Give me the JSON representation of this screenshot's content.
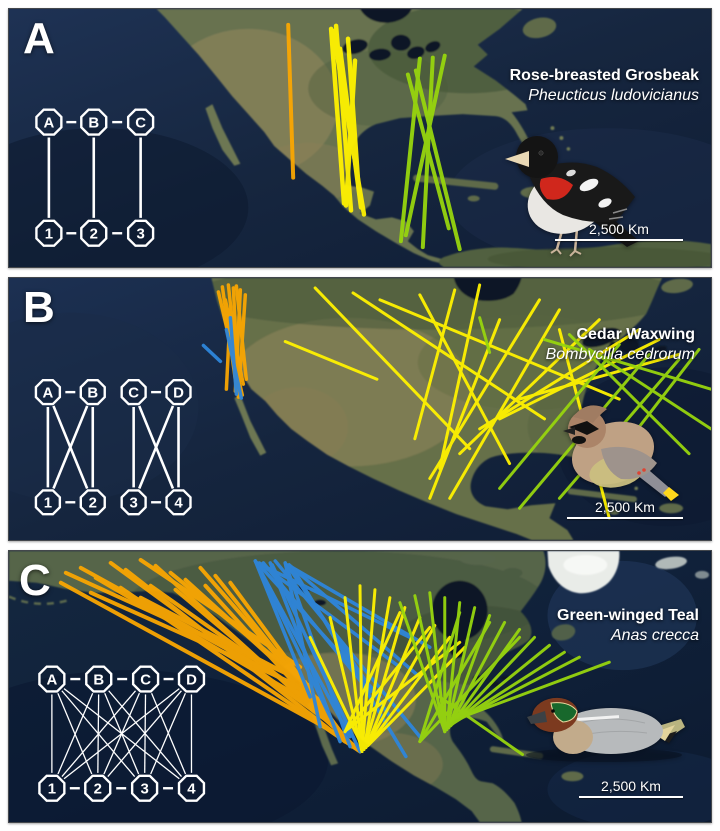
{
  "figure": {
    "panels": [
      {
        "id": "A",
        "panel_label": "A",
        "species_common": "Rose-breasted Grosbeak",
        "species_scientific": "Pheucticus ludovicianus",
        "scale_label": "2,500 Km",
        "network": {
          "top_nodes": [
            "A",
            "B",
            "C"
          ],
          "bottom_nodes": [
            "1",
            "2",
            "3"
          ],
          "edges": [
            [
              0,
              0
            ],
            [
              1,
              1
            ],
            [
              2,
              2
            ]
          ],
          "top_dashes": [
            [
              0,
              1
            ],
            [
              1,
              2
            ]
          ],
          "bottom_dashes": [
            [
              0,
              1
            ],
            [
              1,
              2
            ]
          ]
        },
        "routes": [
          {
            "color": "orange",
            "hex": "#F9A602",
            "width": 4,
            "segments": [
              [
                280,
                16,
                285,
                170
              ]
            ]
          },
          {
            "color": "yellow",
            "hex": "#FFF200",
            "width": 4.5,
            "segments": [
              [
                323,
                20,
                336,
                196
              ],
              [
                328,
                17,
                343,
                203
              ],
              [
                332,
                40,
                353,
                200
              ],
              [
                347,
                52,
                338,
                198
              ],
              [
                325,
                22,
                356,
                207
              ],
              [
                340,
                30,
                350,
                172
              ]
            ]
          },
          {
            "color": "yellow-green",
            "hex": "#97D50E",
            "width": 4,
            "segments": [
              [
                412,
                50,
                393,
                234
              ],
              [
                425,
                49,
                415,
                240
              ],
              [
                400,
                66,
                441,
                221
              ],
              [
                408,
                62,
                452,
                242
              ],
              [
                437,
                47,
                398,
                228
              ]
            ]
          }
        ]
      },
      {
        "id": "B",
        "panel_label": "B",
        "species_common": "Cedar Waxwing",
        "species_scientific": "Bombycilla cedrorum",
        "scale_label": "2,500 Km",
        "network": {
          "top_nodes": [
            "A",
            "B",
            "C",
            "D"
          ],
          "bottom_nodes": [
            "1",
            "2",
            "3",
            "4"
          ],
          "edges": [
            [
              0,
              0
            ],
            [
              0,
              1
            ],
            [
              1,
              0
            ],
            [
              1,
              1
            ],
            [
              2,
              2
            ],
            [
              2,
              3
            ],
            [
              3,
              2
            ],
            [
              3,
              3
            ]
          ],
          "top_dashes": [
            [
              0,
              1
            ],
            [
              2,
              3
            ]
          ],
          "bottom_dashes": [
            [
              0,
              1
            ],
            [
              2,
              3
            ]
          ]
        },
        "routes": [
          {
            "color": "orange",
            "hex": "#F9A602",
            "width": 3.5,
            "segments": [
              [
                214,
                9,
                229,
                117
              ],
              [
                220,
                7,
                232,
                120
              ],
              [
                225,
                10,
                230,
                112
              ],
              [
                210,
                14,
                234,
                118
              ],
              [
                232,
                12,
                227,
                114
              ],
              [
                237,
                17,
                230,
                120
              ],
              [
                217,
                22,
                235,
                107
              ],
              [
                228,
                8,
                238,
                102
              ],
              [
                222,
                32,
                218,
                112
              ]
            ]
          },
          {
            "color": "blue",
            "hex": "#2E86DB",
            "width": 3.5,
            "segments": [
              [
                218,
                52,
                233,
                121
              ],
              [
                195,
                68,
                212,
                84
              ],
              [
                222,
                40,
                228,
                117
              ]
            ]
          },
          {
            "color": "yellow",
            "hex": "#FFF200",
            "width": 3,
            "segments": [
              [
                307,
                10,
                462,
                172
              ],
              [
                345,
                15,
                537,
                142
              ],
              [
                372,
                22,
                612,
                122
              ],
              [
                472,
                7,
                432,
                192
              ],
              [
                532,
                22,
                422,
                202
              ],
              [
                552,
                32,
                442,
                222
              ],
              [
                592,
                42,
                452,
                177
              ],
              [
                632,
                52,
                472,
                152
              ],
              [
                652,
                62,
                492,
                142
              ],
              [
                672,
                77,
                512,
                122
              ],
              [
                552,
                52,
                602,
                242
              ],
              [
                492,
                42,
                422,
                222
              ],
              [
                277,
                64,
                369,
                102
              ],
              [
                412,
                17,
                502,
                187
              ],
              [
                447,
                12,
                407,
                162
              ]
            ]
          },
          {
            "color": "yellow-green",
            "hex": "#97D50E",
            "width": 3,
            "segments": [
              [
                537,
                62,
                704,
                112
              ],
              [
                582,
                72,
                704,
                152
              ],
              [
                612,
                67,
                492,
                212
              ],
              [
                642,
                77,
                512,
                232
              ],
              [
                672,
                82,
                552,
                222
              ],
              [
                692,
                72,
                592,
                202
              ],
              [
                472,
                40,
                482,
                75
              ],
              [
                562,
                57,
                682,
                177
              ]
            ]
          }
        ]
      },
      {
        "id": "C",
        "panel_label": "C",
        "species_common": "Green-winged Teal",
        "species_scientific": "Anas crecca",
        "scale_label": "2,500 Km",
        "network": {
          "top_nodes": [
            "A",
            "B",
            "C",
            "D"
          ],
          "bottom_nodes": [
            "1",
            "2",
            "3",
            "4"
          ],
          "edges": [
            [
              0,
              0
            ],
            [
              0,
              1
            ],
            [
              0,
              2
            ],
            [
              0,
              3
            ],
            [
              1,
              0
            ],
            [
              1,
              1
            ],
            [
              1,
              2
            ],
            [
              1,
              3
            ],
            [
              2,
              0
            ],
            [
              2,
              1
            ],
            [
              2,
              2
            ],
            [
              2,
              3
            ],
            [
              3,
              0
            ],
            [
              3,
              1
            ],
            [
              3,
              2
            ],
            [
              3,
              3
            ]
          ],
          "top_dashes": [
            [
              0,
              1
            ],
            [
              1,
              2
            ],
            [
              2,
              3
            ]
          ],
          "bottom_dashes": [
            [
              0,
              1
            ],
            [
              1,
              2
            ],
            [
              2,
              3
            ]
          ]
        },
        "routes": [
          {
            "color": "orange",
            "hex": "#F9A602",
            "width": 4,
            "segments": [
              [
                57,
                22,
                297,
                132
              ],
              [
                72,
                17,
                307,
                147
              ],
              [
                87,
                27,
                317,
                162
              ],
              [
                102,
                12,
                327,
                177
              ],
              [
                117,
                19,
                337,
                192
              ],
              [
                132,
                9,
                292,
                117
              ],
              [
                147,
                15,
                347,
                197
              ],
              [
                162,
                22,
                302,
                137
              ],
              [
                177,
                29,
                312,
                152
              ],
              [
                192,
                17,
                322,
                167
              ],
              [
                207,
                25,
                332,
                182
              ],
              [
                222,
                32,
                342,
                195
              ],
              [
                112,
                37,
                352,
                202
              ],
              [
                82,
                42,
                304,
                142
              ],
              [
                142,
                35,
                314,
                157
              ],
              [
                167,
                39,
                324,
                172
              ],
              [
                52,
                32,
                334,
                187
              ],
              [
                197,
                35,
                344,
                197
              ],
              [
                132,
                47,
                300,
                135
              ],
              [
                97,
                32,
                310,
                149
              ]
            ]
          },
          {
            "color": "blue",
            "hex": "#2E86DB",
            "width": 3.5,
            "segments": [
              [
                247,
                10,
                302,
                147
              ],
              [
                247,
                10,
                322,
                167
              ],
              [
                247,
                10,
                342,
                187
              ],
              [
                249,
                12,
                372,
                147
              ],
              [
                251,
                12,
                392,
                117
              ],
              [
                253,
                14,
                402,
                87
              ],
              [
                277,
                12,
                312,
                177
              ],
              [
                277,
                12,
                342,
                197
              ],
              [
                279,
                14,
                382,
                167
              ],
              [
                281,
                14,
                412,
                127
              ],
              [
                283,
                16,
                422,
                97
              ],
              [
                262,
                12,
                332,
                192
              ],
              [
                264,
                14,
                352,
                202
              ],
              [
                267,
                10,
                412,
                187
              ],
              [
                285,
                18,
                398,
                207
              ],
              [
                255,
                12,
                362,
                142
              ]
            ]
          },
          {
            "color": "yellow",
            "hex": "#FFF200",
            "width": 3,
            "segments": [
              [
                354,
                202,
                322,
                67
              ],
              [
                354,
                202,
                337,
                47
              ],
              [
                354,
                202,
                352,
                35
              ],
              [
                354,
                202,
                367,
                39
              ],
              [
                356,
                200,
                382,
                47
              ],
              [
                356,
                200,
                397,
                57
              ],
              [
                358,
                198,
                412,
                67
              ],
              [
                358,
                198,
                427,
                75
              ],
              [
                360,
                196,
                442,
                87
              ],
              [
                360,
                196,
                457,
                97
              ],
              [
                337,
                182,
                392,
                62
              ],
              [
                337,
                182,
                422,
                77
              ],
              [
                339,
                180,
                452,
                92
              ],
              [
                352,
                192,
                302,
                87
              ]
            ]
          },
          {
            "color": "yellow-green",
            "hex": "#97D50E",
            "width": 3,
            "segments": [
              [
                437,
                182,
                392,
                52
              ],
              [
                437,
                182,
                407,
                45
              ],
              [
                437,
                182,
                422,
                42
              ],
              [
                437,
                182,
                437,
                47
              ],
              [
                439,
                180,
                452,
                52
              ],
              [
                439,
                180,
                467,
                57
              ],
              [
                441,
                178,
                482,
                65
              ],
              [
                441,
                178,
                497,
                72
              ],
              [
                443,
                176,
                512,
                79
              ],
              [
                443,
                176,
                527,
                87
              ],
              [
                445,
                174,
                542,
                95
              ],
              [
                445,
                174,
                557,
                102
              ],
              [
                447,
                172,
                572,
                107
              ],
              [
                412,
                192,
                452,
                62
              ],
              [
                412,
                192,
                482,
                72
              ],
              [
                412,
                192,
                512,
                87
              ],
              [
                432,
                147,
                515,
                205
              ],
              [
                447,
                170,
                602,
                112
              ]
            ]
          }
        ]
      }
    ]
  }
}
